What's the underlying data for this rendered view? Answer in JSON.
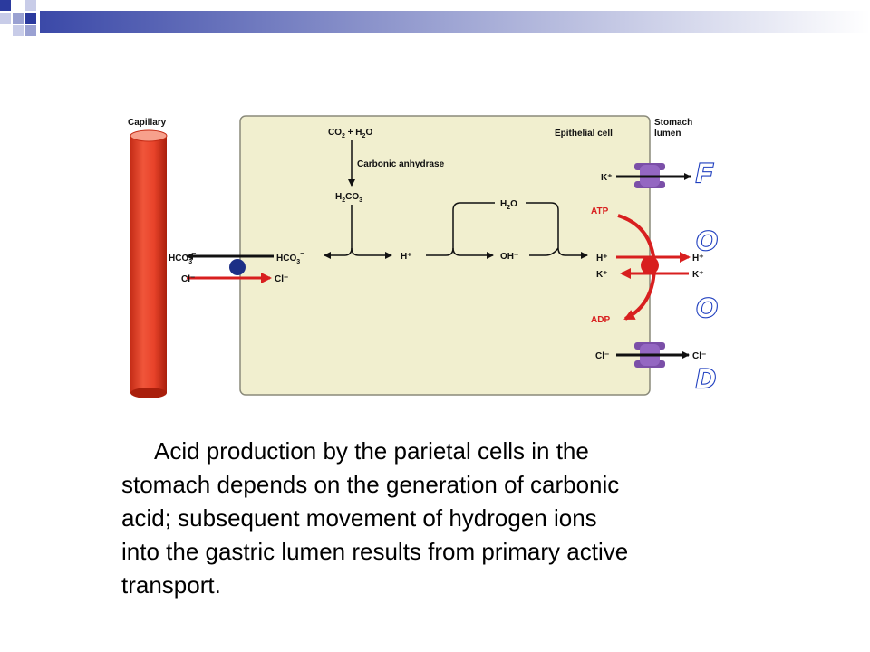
{
  "colors": {
    "cell_fill": "#f1efcf",
    "capillary": "#e8432a",
    "red_arrow": "#d81f1f",
    "pump_purple": "#7b4fa8",
    "exchanger_blue": "#1c2f86",
    "fodd_letters": "#1f3fbf"
  },
  "labels": {
    "capillary": "Capillary",
    "stomach_lumen_line1": "Stomach",
    "stomach_lumen_line2": "lumen",
    "epithelial_cell": "Epithelial cell",
    "co2_h2o_a": "CO",
    "co2_h2o_sub": "2",
    "co2_h2o_b": " + H",
    "co2_h2o_sub2": "2",
    "co2_h2o_c": "O",
    "carbonic_anhydrase": "Carbonic anhydrase",
    "h2co3_a": "H",
    "h2co3_sub1": "2",
    "h2co3_b": "CO",
    "h2co3_sub2": "3",
    "h2o_a": "H",
    "h2o_sub": "2",
    "h2o_b": "O",
    "hco3_left_a": "HCO",
    "hco3_left_sub": "3",
    "hco3_left_sup": "−",
    "cl_left": "Cl⁻",
    "hco3_inner_a": "HCO",
    "hco3_inner_sub": "3",
    "hco3_inner_sup": "−",
    "cl_inner": "Cl⁻",
    "h_plus_mid": "H⁺",
    "oh_minus": "OH⁻",
    "k_plus_top": "K⁺",
    "atp": "ATP",
    "adp": "ADP",
    "h_plus_pump_in": "H⁺",
    "k_plus_pump_in": "K⁺",
    "h_plus_lumen": "H⁺",
    "k_plus_lumen": "K⁺",
    "cl_pump_in": "Cl⁻",
    "cl_lumen": "Cl⁻"
  },
  "fodd": [
    "F",
    "O",
    "O",
    "D"
  ],
  "caption": {
    "line1": "Acid production by the parietal cells in the",
    "line2": "stomach depends on the generation of carbonic",
    "line3": "acid; subsequent movement of hydrogen ions",
    "line4": "into the gastric lumen results from primary active",
    "line5": "transport."
  }
}
